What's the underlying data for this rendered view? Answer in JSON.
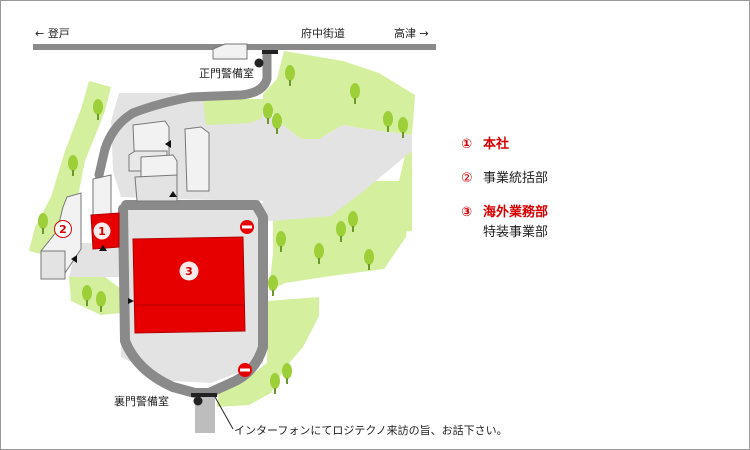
{
  "road": {
    "left_direction": "← 登戸",
    "center_name": "府中街道",
    "right_direction": "高津 →"
  },
  "gates": {
    "main_gate": "正門警備室",
    "back_gate": "裏門警備室"
  },
  "buildings": {
    "marker_1": "1",
    "marker_2": "2",
    "marker_3": "3"
  },
  "legend": {
    "item_1_mark": "①",
    "item_1_label": "本社",
    "item_2_mark": "②",
    "item_2_label": "事業統括部",
    "item_3_mark": "③",
    "item_3_label_line1": "海外業務部",
    "item_3_label_line2": "特装事業部"
  },
  "note": "インターフォンにてロジテクノ来訪の旨、お話下さい。",
  "colors": {
    "highlight_red": "#e60000",
    "legend_red": "#d60000",
    "grass": "#d4ef9d",
    "tree": "#9ccf38",
    "pavement": "#e3e3e3",
    "path": "#8a8a8a"
  }
}
